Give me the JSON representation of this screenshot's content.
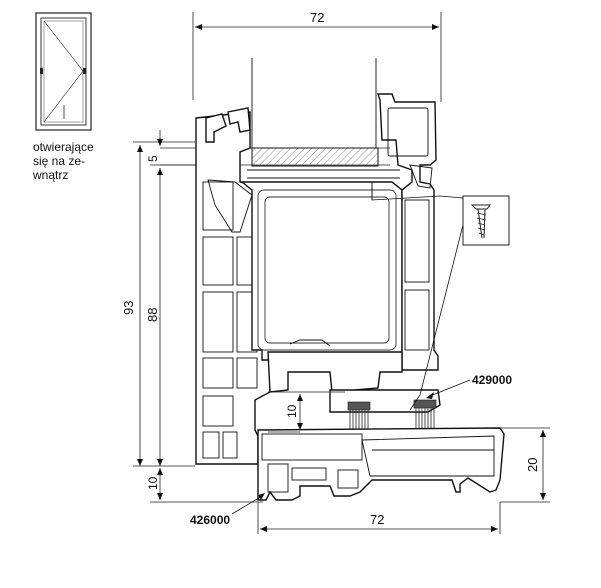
{
  "caption": {
    "lines": [
      "otwierające",
      "się na ze-",
      "wnątrz"
    ]
  },
  "dimensions": {
    "top_width": "72",
    "bottom_width": "72",
    "overall_height": "93",
    "inner_height": "88",
    "top_offset": "5",
    "bottom_offset": "10",
    "sill_step": "10",
    "sill_height": "20"
  },
  "part_numbers": {
    "upper": "429000",
    "lower": "426000"
  },
  "icons": {
    "door_thumbnail": "door-elevation-icon",
    "screw": "screw-icon"
  }
}
